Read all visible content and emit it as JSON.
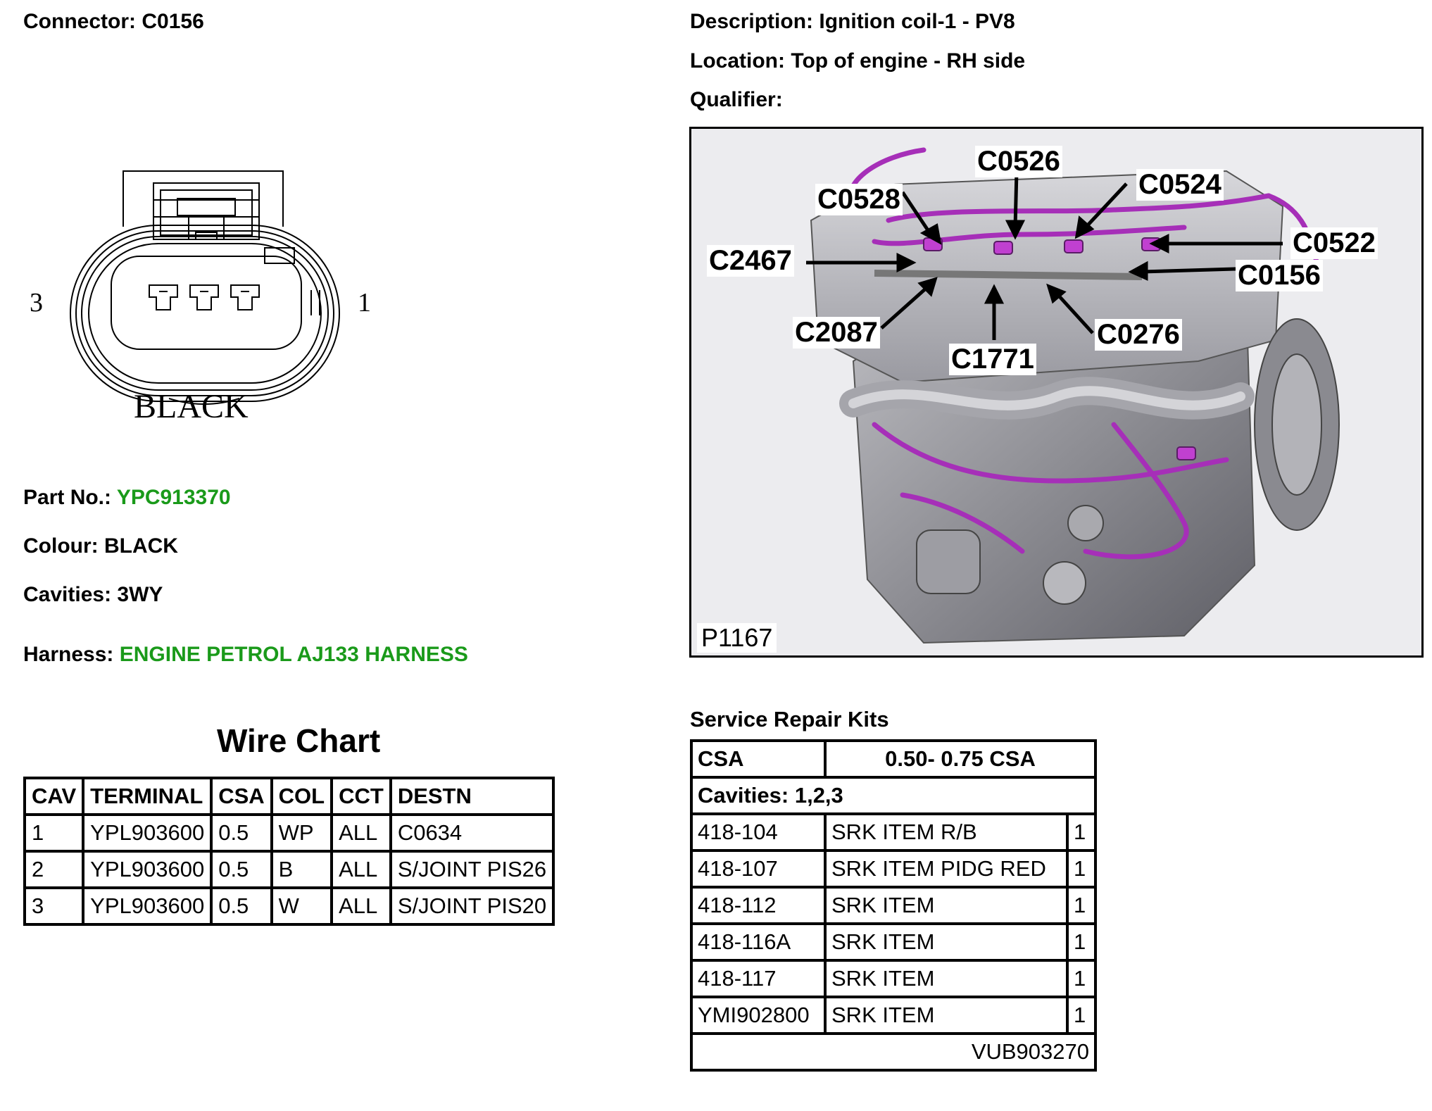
{
  "connector": {
    "label": "Connector:",
    "value": "C0156"
  },
  "description": {
    "label": "Description:",
    "value": "Ignition coil-1 - PV8"
  },
  "location": {
    "label": "Location:",
    "value": "Top of engine - RH side"
  },
  "qualifier": {
    "label": "Qualifier:",
    "value": ""
  },
  "diagram": {
    "pin_left": "3",
    "pin_right": "1",
    "colour_text": "BLACK"
  },
  "part_no": {
    "label": "Part No.:",
    "value": "YPC913370"
  },
  "colour": {
    "label": "Colour:",
    "value": "BLACK"
  },
  "cavities": {
    "label": "Cavities:",
    "value": "3WY"
  },
  "harness": {
    "label": "Harness:",
    "value": "ENGINE PETROL AJ133 HARNESS"
  },
  "photo": {
    "ref": "P1167",
    "callouts": {
      "c0526": "C0526",
      "c0528": "C0528",
      "c0524": "C0524",
      "c0522": "C0522",
      "c2467": "C2467",
      "c0156": "C0156",
      "c2087": "C2087",
      "c0276": "C0276",
      "c1771": "C1771"
    }
  },
  "wire_chart": {
    "title": "Wire Chart",
    "headers": [
      "CAV",
      "TERMINAL",
      "CSA",
      "COL",
      "CCT",
      "DESTN"
    ],
    "rows": [
      [
        "1",
        "YPL903600",
        "0.5",
        "WP",
        "ALL",
        "C0634"
      ],
      [
        "2",
        "YPL903600",
        "0.5",
        "B",
        "ALL",
        "S/JOINT PIS26"
      ],
      [
        "3",
        "YPL903600",
        "0.5",
        "W",
        "ALL",
        "S/JOINT PIS20"
      ]
    ]
  },
  "srk": {
    "title": "Service Repair Kits",
    "csa_label": "CSA",
    "csa_value": "0.50- 0.75 CSA",
    "cavities": "Cavities: 1,2,3",
    "rows": [
      [
        "418-104",
        "SRK ITEM R/B",
        "1"
      ],
      [
        "418-107",
        "SRK ITEM PIDG RED",
        "1"
      ],
      [
        "418-112",
        "SRK ITEM",
        "1"
      ],
      [
        "418-116A",
        "SRK ITEM",
        "1"
      ],
      [
        "418-117",
        "SRK ITEM",
        "1"
      ],
      [
        "YMI902800",
        "SRK ITEM",
        "1"
      ]
    ],
    "footer": "VUB903270"
  }
}
